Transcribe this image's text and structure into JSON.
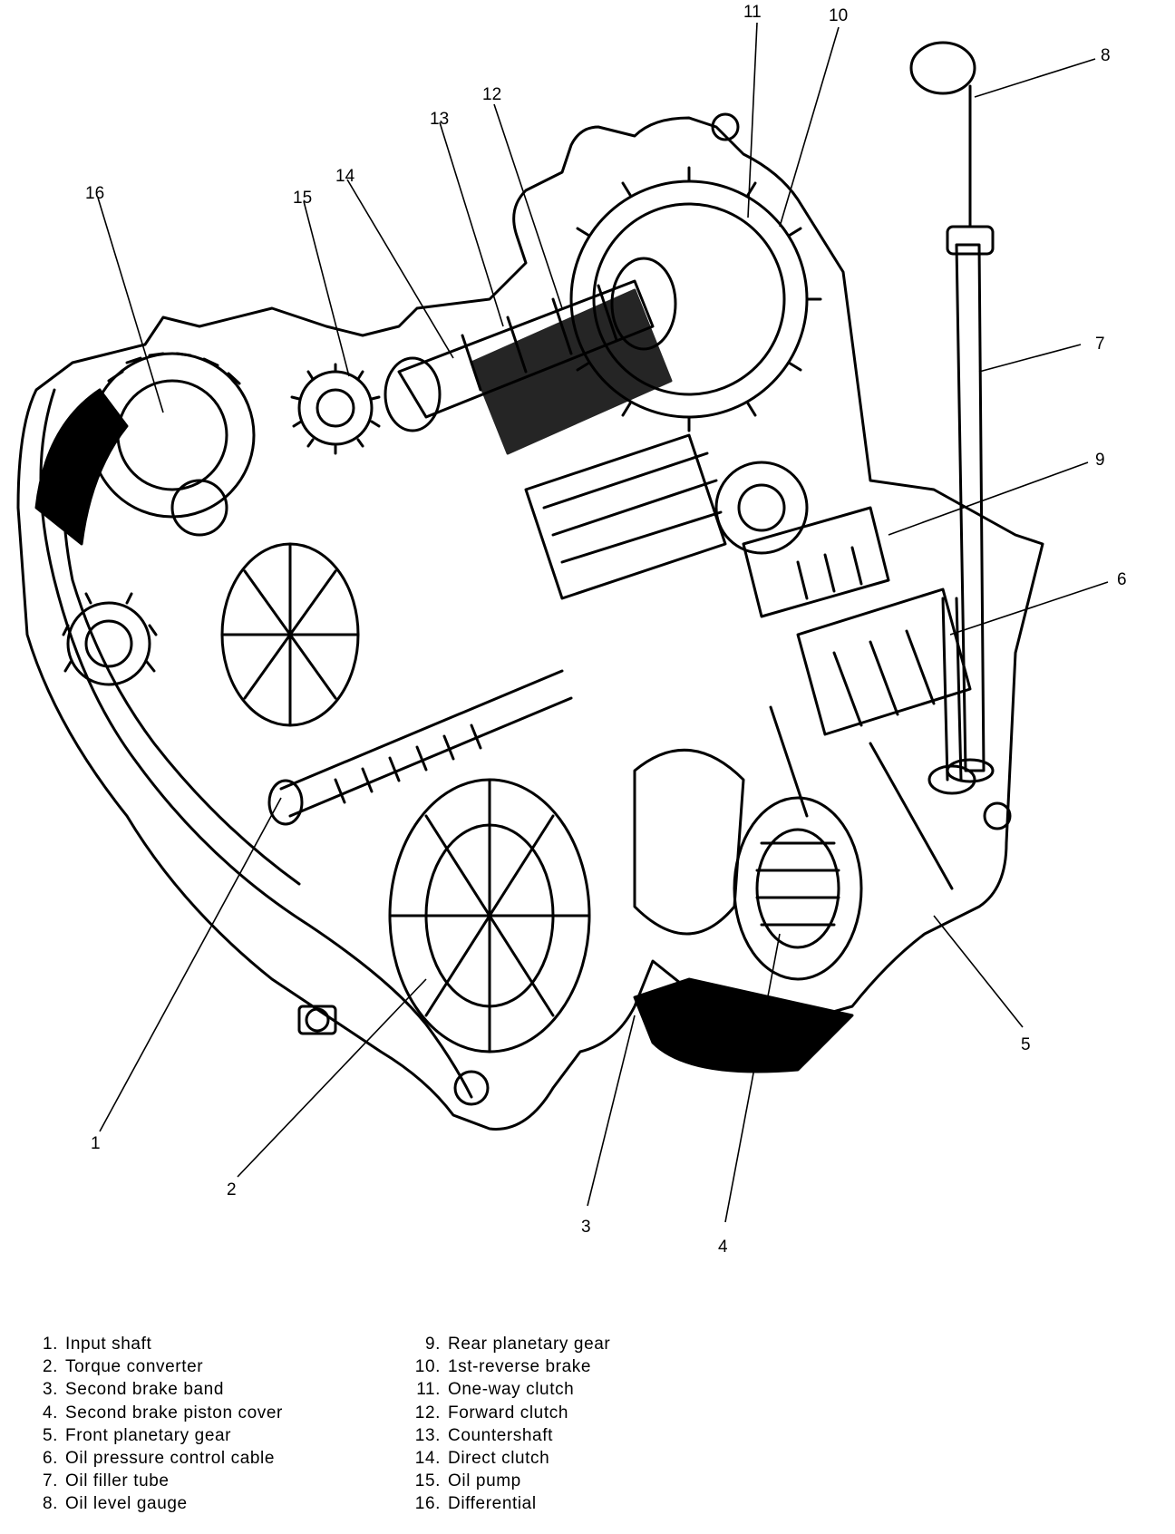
{
  "callouts": [
    {
      "id": "1",
      "label": "1"
    },
    {
      "id": "2",
      "label": "2"
    },
    {
      "id": "3",
      "label": "3"
    },
    {
      "id": "4",
      "label": "4"
    },
    {
      "id": "5",
      "label": "5"
    },
    {
      "id": "6",
      "label": "6"
    },
    {
      "id": "7",
      "label": "7"
    },
    {
      "id": "8",
      "label": "8"
    },
    {
      "id": "9",
      "label": "9"
    },
    {
      "id": "10",
      "label": "10"
    },
    {
      "id": "11",
      "label": "11"
    },
    {
      "id": "12",
      "label": "12"
    },
    {
      "id": "13",
      "label": "13"
    },
    {
      "id": "14",
      "label": "14"
    },
    {
      "id": "15",
      "label": "15"
    },
    {
      "id": "16",
      "label": "16"
    }
  ],
  "legend": {
    "left": [
      {
        "num": "1.",
        "text": "Input shaft"
      },
      {
        "num": "2.",
        "text": "Torque converter"
      },
      {
        "num": "3.",
        "text": "Second brake band"
      },
      {
        "num": "4.",
        "text": "Second brake piston cover"
      },
      {
        "num": "5.",
        "text": "Front planetary gear"
      },
      {
        "num": "6.",
        "text": "Oil pressure control cable"
      },
      {
        "num": "7.",
        "text": "Oil filler tube"
      },
      {
        "num": "8.",
        "text": "Oil level gauge"
      }
    ],
    "right": [
      {
        "num": "9.",
        "text": "Rear planetary gear"
      },
      {
        "num": "10.",
        "text": "1st-reverse brake"
      },
      {
        "num": "11.",
        "text": "One-way clutch"
      },
      {
        "num": "12.",
        "text": "Forward clutch"
      },
      {
        "num": "13.",
        "text": "Countershaft"
      },
      {
        "num": "14.",
        "text": "Direct clutch"
      },
      {
        "num": "15.",
        "text": "Oil pump"
      },
      {
        "num": "16.",
        "text": "Differential"
      }
    ]
  }
}
